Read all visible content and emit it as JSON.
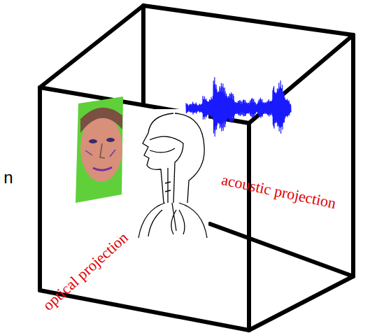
{
  "diagram": {
    "labels": [
      "optical projection",
      "acoustic projection",
      "n"
    ]
  }
}
